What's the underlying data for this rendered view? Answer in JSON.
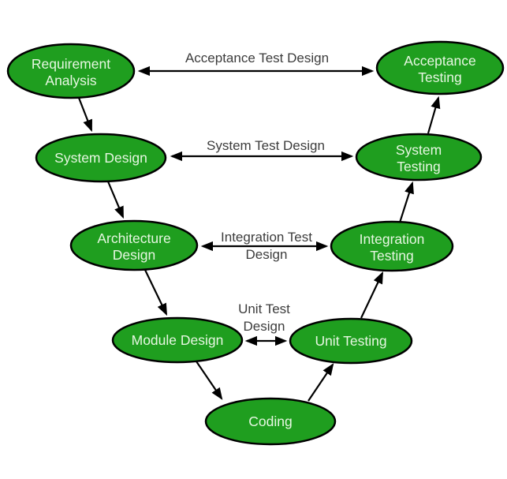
{
  "diagram": {
    "colors": {
      "background": "#ffffff",
      "node_fill": "#1f9e1f",
      "node_border": "#000000",
      "node_text": "#e7f7e2",
      "edge": "#000000",
      "edge_label_text": "#3c3c3c"
    },
    "nodes": [
      {
        "id": "requirement-analysis",
        "label": "Requirement Analysis",
        "lines": [
          "Requirement",
          "Analysis"
        ]
      },
      {
        "id": "system-design",
        "label": "System Design",
        "lines": [
          "System Design"
        ]
      },
      {
        "id": "architecture-design",
        "label": "Architecture Design",
        "lines": [
          "Architecture",
          "Design"
        ]
      },
      {
        "id": "module-design",
        "label": "Module Design",
        "lines": [
          "Module Design"
        ]
      },
      {
        "id": "coding",
        "label": "Coding",
        "lines": [
          "Coding"
        ]
      },
      {
        "id": "unit-testing",
        "label": "Unit Testing",
        "lines": [
          "Unit Testing"
        ]
      },
      {
        "id": "integration-testing",
        "label": "Integration Testing",
        "lines": [
          "Integration",
          "Testing"
        ]
      },
      {
        "id": "system-testing",
        "label": "System Testing",
        "lines": [
          "System",
          "Testing"
        ]
      },
      {
        "id": "acceptance-testing",
        "label": "Acceptance Testing",
        "lines": [
          "Acceptance",
          "Testing"
        ]
      }
    ],
    "edge_labels": [
      {
        "id": "acceptance-test-design",
        "lines": [
          "Acceptance Test Design"
        ]
      },
      {
        "id": "system-test-design",
        "lines": [
          "System Test Design"
        ]
      },
      {
        "id": "integration-test-design",
        "lines": [
          "Integration Test",
          "Design"
        ]
      },
      {
        "id": "unit-test-design",
        "lines": [
          "Unit Test",
          "Design"
        ]
      }
    ],
    "connections": [
      {
        "from": "Requirement Analysis",
        "to": "System Design",
        "style": "arrow"
      },
      {
        "from": "System Design",
        "to": "Architecture Design",
        "style": "arrow"
      },
      {
        "from": "Architecture Design",
        "to": "Module Design",
        "style": "arrow"
      },
      {
        "from": "Module Design",
        "to": "Coding",
        "style": "arrow"
      },
      {
        "from": "Coding",
        "to": "Unit Testing",
        "style": "arrow"
      },
      {
        "from": "Unit Testing",
        "to": "Integration Testing",
        "style": "arrow"
      },
      {
        "from": "Integration Testing",
        "to": "System Testing",
        "style": "arrow"
      },
      {
        "from": "System Testing",
        "to": "Acceptance Testing",
        "style": "arrow"
      },
      {
        "from": "Requirement Analysis",
        "to": "Acceptance Testing",
        "style": "double-arrow",
        "label": "Acceptance Test Design"
      },
      {
        "from": "System Design",
        "to": "System Testing",
        "style": "double-arrow",
        "label": "System Test Design"
      },
      {
        "from": "Architecture Design",
        "to": "Integration Testing",
        "style": "double-arrow",
        "label": "Integration Test Design"
      },
      {
        "from": "Module Design",
        "to": "Unit Testing",
        "style": "double-arrow",
        "label": "Unit Test Design"
      }
    ]
  }
}
